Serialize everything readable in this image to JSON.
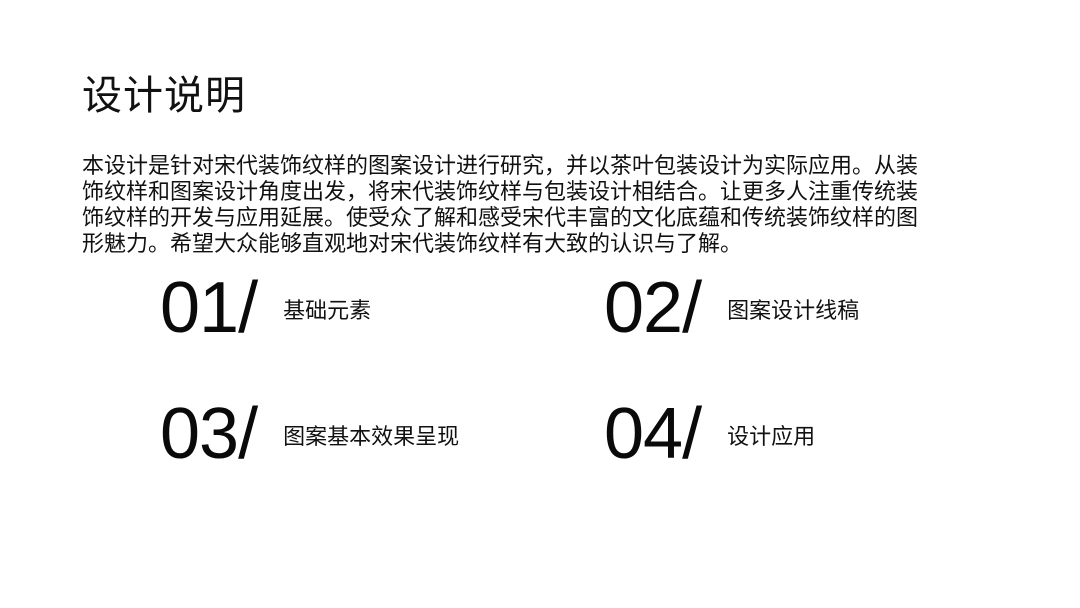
{
  "title": "设计说明",
  "description": "本设计是针对宋代装饰纹样的图案设计进行研究，并以茶叶包装设计为实际应用。从装饰纹样和图案设计角度出发，将宋代装饰纹样与包装设计相结合。让更多人注重传统装饰纹样的开发与应用延展。使受众了解和感受宋代丰富的文化底蕴和传统装饰纹样的图形魅力。希望大众能够直观地对宋代装饰纹样有大致的认识与了解。",
  "items": [
    {
      "number": "01/",
      "label": "基础元素"
    },
    {
      "number": "02/",
      "label": "图案设计线稿"
    },
    {
      "number": "03/",
      "label": "图案基本效果呈现"
    },
    {
      "number": "04/",
      "label": "设计应用"
    }
  ],
  "colors": {
    "background": "#ffffff",
    "text": "#111111"
  }
}
